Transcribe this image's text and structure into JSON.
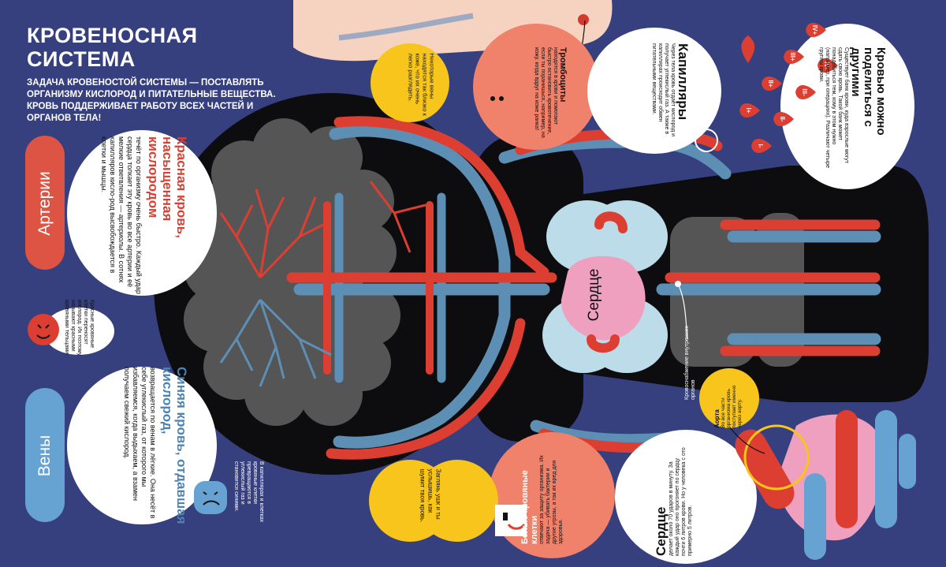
{
  "title": "КРОВЕНОСНАЯ СИСТЕМА",
  "intro": "Задача кровеностой системы — поставлять организму кислород и питательные вещества. Кровь поддерживает работу всех частей и органов тела!",
  "arteries": {
    "tab": "Артерии",
    "heading": "Красная кровь, насыщенная кислородом",
    "text": "течёт по организму очень быстро. Каждый удар сердца толкает эту кровь во все артерии и её мелкие ответвления — артериолы. В сотнях капилляров кисло-род высвобождается в клетки и мышцы."
  },
  "red_cells": {
    "text": "Красные кровяные клетки переносят кислород. Их поэтому называют красными кровяными тельцами."
  },
  "veins": {
    "tab": "Вены",
    "heading": "Синяя кровь, отдавшая кислород,",
    "text": "возвращается по венам в лёгкие. Она несёт в себе углекислый газ, от которого мы избавляемся, когда выдыхаем, а взамен получаем свежий кислород."
  },
  "blue_cells": {
    "text": "В капиллярах и клетках кровяные клетки превращаются в углекислый газ и становятся синими."
  },
  "visible_veins": {
    "text": "Некоторые вены находятся так близко к коже, что их очень легко разглядеть."
  },
  "bruise": {
    "text": "Заглянь ушк и ты услышишь, как шумит твоя кровь."
  },
  "thrombocytes": {
    "heading": "Тромбоциты",
    "text": "находятся в крови и помогают быстро остановить кровотечение, если ты поранишься, например, на кожу. когда вдруг на коже ранка!"
  },
  "capillaries": {
    "heading": "Капилляры",
    "text": "Через тела кровь отдаёт кислород и получает углекислый газ. А также в капиллярах происходит обмен питательными веществами."
  },
  "share_blood": {
    "heading": "Кровью можно поделиться с другими",
    "text": "Существует банк крови, куда взрослые могут сдать свою кровь. Такой банк может понадобиться тем, кому в этом нужно (например, при операциях). Различают четыре группы крови."
  },
  "blood_groups": [
    "I-",
    "I+",
    "II-",
    "II+",
    "III-",
    "III+",
    "IV-",
    "IV+"
  ],
  "heart": {
    "label": "Сердце",
    "heading": "Сердце",
    "text": "делает около 70 ударов в минуту. За каждый удар оно прогоняет по сердцу почти 6 литров крови. Но у человека с ото примерно 5 литров."
  },
  "aorta": {
    "heading": "Аорта",
    "text": "Во все части организма кровь поступает именно через аорту."
  },
  "organs_label": "Кровоснабжение внутренних органов",
  "white_cells": {
    "heading": "Белые кровяные клетки",
    "text": "отвечают за защиту организма. Их задача — убивать бактерии и другие угрозы, а так их вред для здоровья."
  },
  "colors": {
    "background": "#37407f",
    "artery": "#dc3f31",
    "vein": "#5d8fb5",
    "body": "#0d0d0f",
    "lungs": "#565556",
    "heart": "#f0a0bf",
    "organ_blue": "#bcdcea",
    "callout_yellow": "#f7c51b",
    "white_cell": "#f0816a",
    "tab_red": "#dd5444",
    "tab_blue": "#67a3d2"
  }
}
